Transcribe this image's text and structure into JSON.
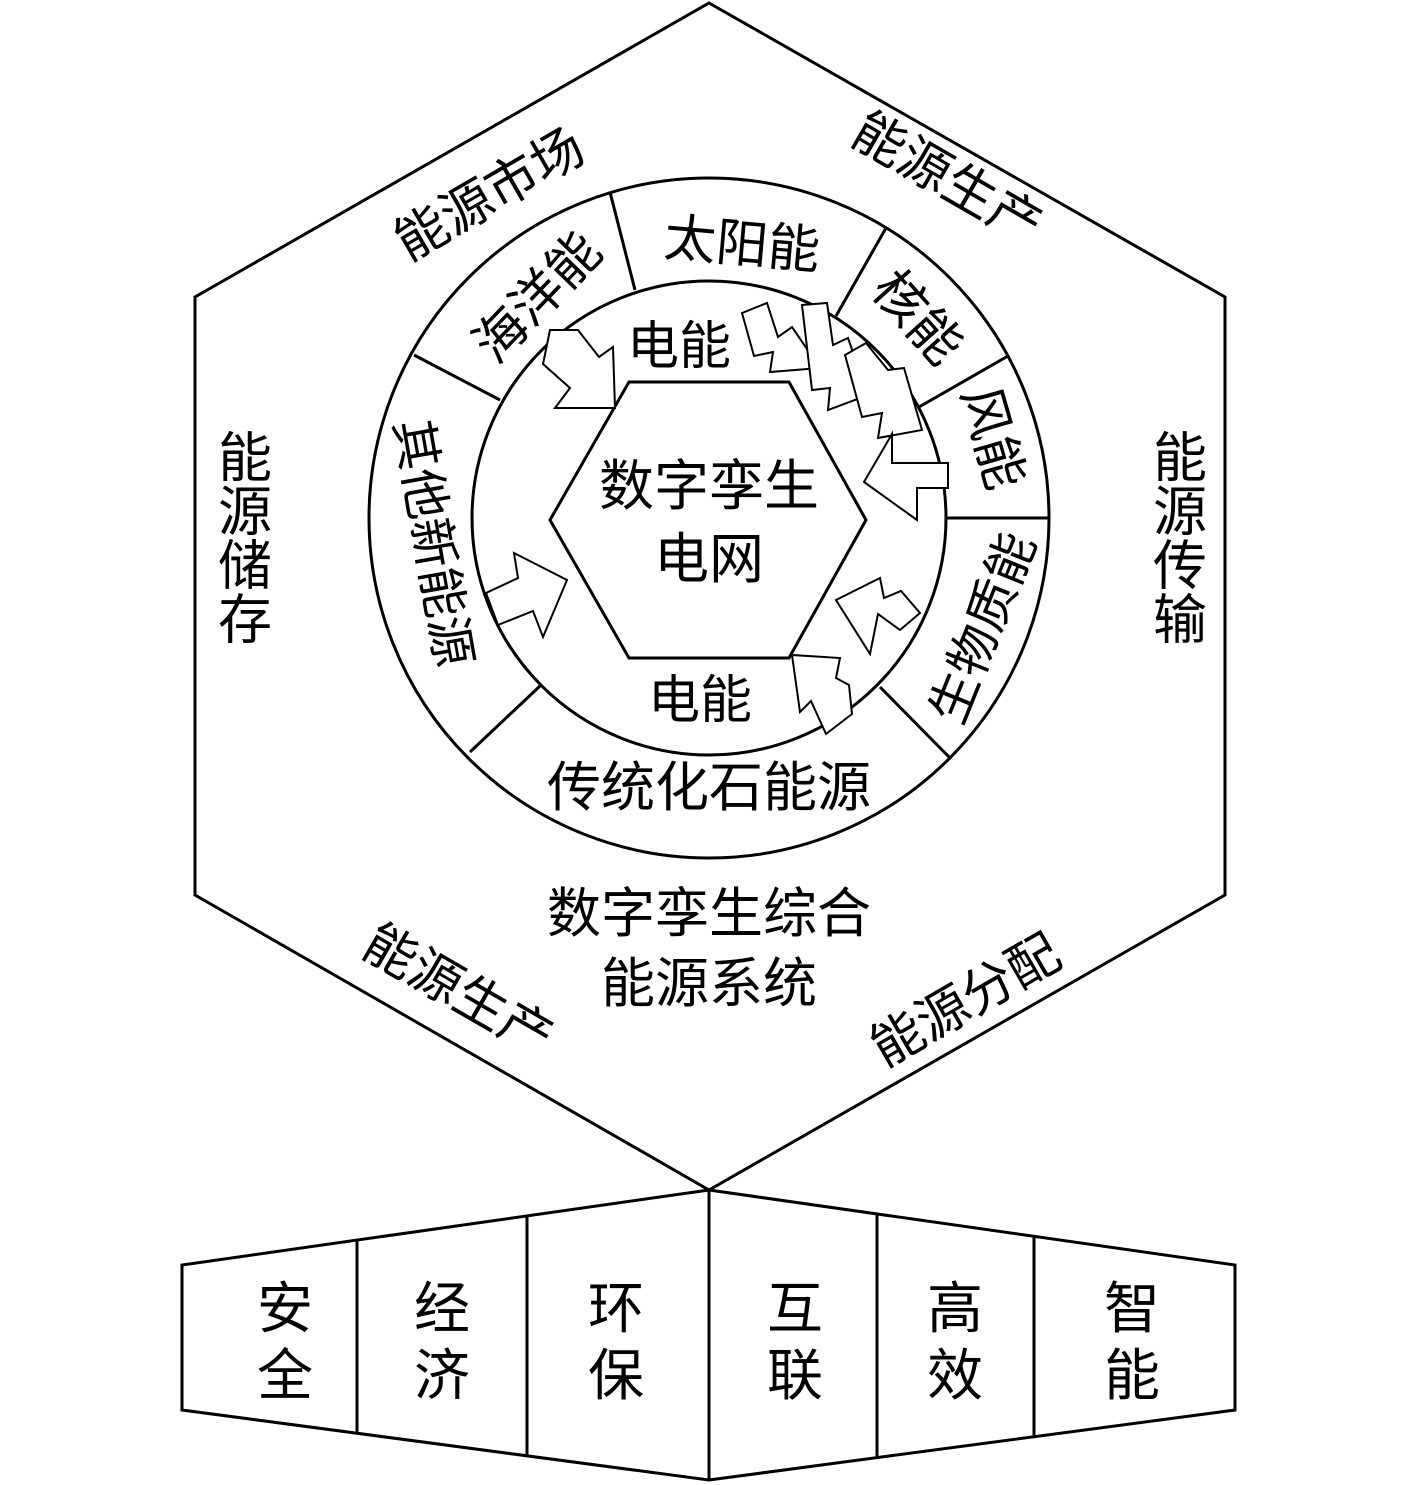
{
  "center": {
    "line1": "数字孪生",
    "line2": "电网"
  },
  "electric_labels": {
    "top": "电能",
    "bottom": "电能"
  },
  "ring_segments": {
    "solar": "太阳能",
    "nuclear": "核能",
    "wind": "风能",
    "biomass": "生物质能",
    "fossil": "传统化石能源",
    "other_new": "其他新能源",
    "ocean": "海洋能"
  },
  "outer_labels": {
    "market": "能源市场",
    "production_top": "能源生产",
    "storage": "能源储存",
    "transmission": "能源传输",
    "production_bottom": "能源生产",
    "distribution": "能源分配"
  },
  "system_title": {
    "line1": "数字孪生综合",
    "line2": "能源系统"
  },
  "features": [
    {
      "top": "安",
      "bottom": "全"
    },
    {
      "top": "经",
      "bottom": "济"
    },
    {
      "top": "环",
      "bottom": "保"
    },
    {
      "top": "互",
      "bottom": "联"
    },
    {
      "top": "高",
      "bottom": "效"
    },
    {
      "top": "智",
      "bottom": "能"
    }
  ]
}
